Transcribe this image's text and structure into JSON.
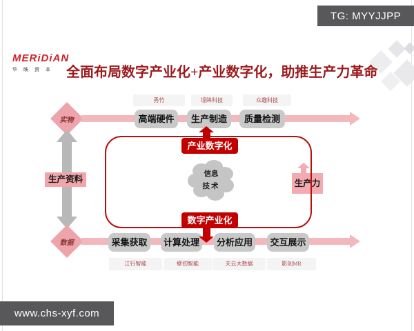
{
  "badges": {
    "tg": "TG: MYYJJPP",
    "website": "www.chs-xyf.com"
  },
  "logo": {
    "brand": "MERiDiAN",
    "sub": "华映资本"
  },
  "title": "全面布局数字产业化+产业数字化，助推生产力革命",
  "diagram": {
    "top_flow": {
      "label": "实物",
      "companies": [
        "秀竹",
        "境眸科技",
        "众趣科技"
      ],
      "stages": [
        "高端硬件",
        "生产制造",
        "质量检测"
      ]
    },
    "left_label": "生产资料",
    "frame": {
      "top_badge": "产业数字化",
      "bottom_badge": "数字产业化"
    },
    "cloud": {
      "line1": "信息",
      "line2": "技术"
    },
    "right_label": "生产力",
    "bottom_flow": {
      "label": "数据",
      "stages": [
        "采集获取",
        "计算处理",
        "分析应用",
        "交互展示"
      ],
      "companies": [
        "江行智能",
        "壁仞智能",
        "天云大数据",
        "影创MR"
      ]
    }
  },
  "colors": {
    "accent_red": "#c20000",
    "frame_red": "#b70f0f",
    "title_red": "#9c1a1c",
    "pink": "#f2a6ab",
    "pink_light": "#f2b8bc",
    "stage_gray": "#c9c9c9",
    "bar_gray": "#58585a"
  }
}
